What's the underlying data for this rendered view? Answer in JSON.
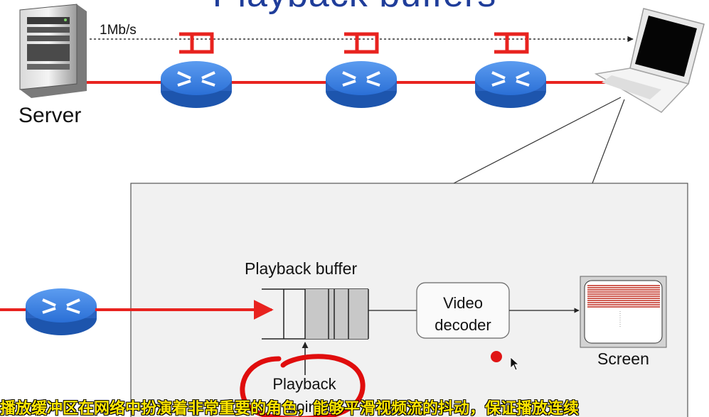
{
  "title": "Playback buffers",
  "top_link_rate": "1Mb/s",
  "server_label": "Server",
  "buffer_label": "Playback buffer",
  "decoder_label_line1": "Video",
  "decoder_label_line2": "decoder",
  "screen_label": "Screen",
  "playback_point_line1": "Playback",
  "playback_point_line2": "point",
  "subtitle_text": "播放缓冲区在网络中扮演着非常重要的角色，能够平滑视频流的抖动，保证播放连续",
  "colors": {
    "title": "#1f3d9a",
    "link": "#e8231f",
    "router": "#2a6fd6",
    "buffer_fill": "#c8c8c8",
    "panel": "#f1f1f1",
    "annotation_circle": "#e00d0d",
    "subtitle": "#ffe600"
  }
}
